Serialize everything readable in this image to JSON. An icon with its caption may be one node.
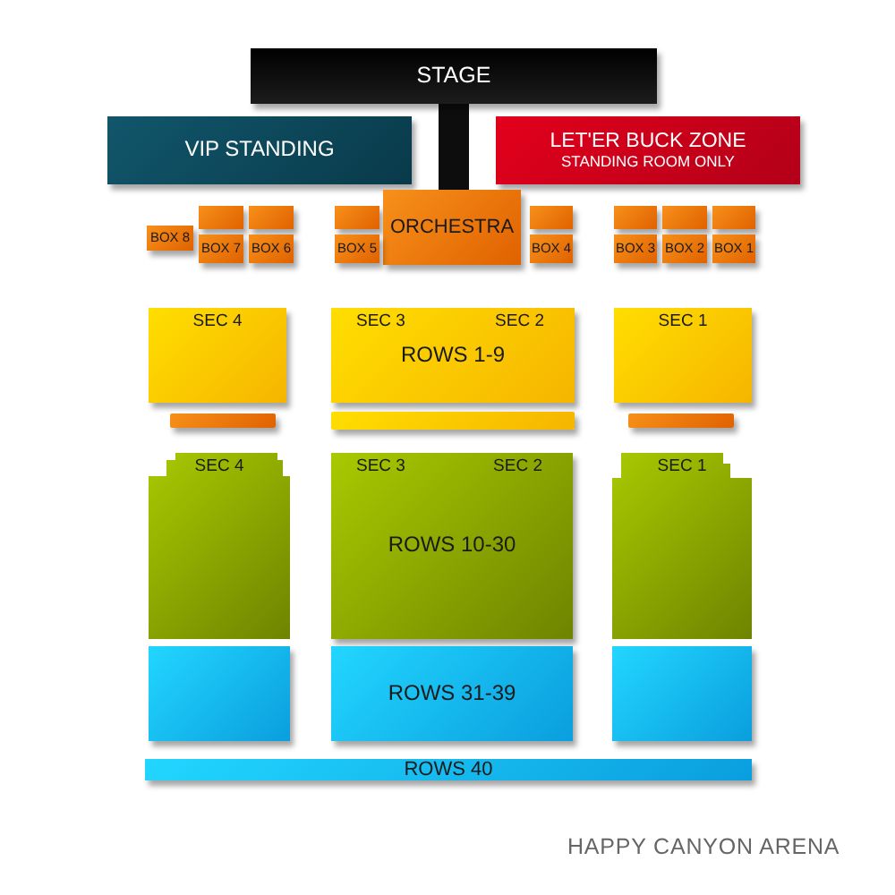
{
  "diagram": {
    "caption": "HAPPY CANYON ARENA",
    "nodes": [
      {
        "text": [
          "STAGE"
        ]
      },
      {
        "text": [
          "VIP STANDING"
        ]
      },
      {
        "text": [
          "LET'ER BUCK ZONE",
          "STANDING ROOM ONLY"
        ]
      },
      {
        "text": [],
        "shape": "box"
      },
      {
        "text": [],
        "shape": "box"
      },
      {
        "text": [],
        "shape": "box"
      },
      {
        "text": [
          "ORCHESTRA"
        ]
      },
      {
        "text": [],
        "shape": "box"
      },
      {
        "text": [],
        "shape": "box"
      },
      {
        "text": [],
        "shape": "box"
      },
      {
        "text": [],
        "shape": "box"
      },
      {
        "text": [
          "BOX 8"
        ]
      },
      {
        "text": [
          "BOX 7"
        ]
      },
      {
        "text": [
          "BOX 6"
        ]
      },
      {
        "text": [
          "BOX 5"
        ]
      },
      {
        "text": [
          "BOX 4"
        ]
      },
      {
        "text": [
          "BOX 3"
        ]
      },
      {
        "text": [
          "BOX 2"
        ]
      },
      {
        "text": [
          "BOX 1"
        ]
      },
      {
        "text": [
          "SEC 4"
        ]
      },
      {
        "text": [
          "SEC 3",
          "SEC 2",
          "ROWS 1-9"
        ]
      },
      {
        "text": [
          "SEC 1"
        ]
      },
      {
        "text": [],
        "shape": "bar"
      },
      {
        "text": [],
        "shape": "bar"
      },
      {
        "text": [],
        "shape": "bar"
      },
      {
        "text": [
          "SEC 4"
        ]
      },
      {
        "text": [
          "SEC 3",
          "SEC 2",
          "ROWS 10-30"
        ]
      },
      {
        "text": [
          "SEC 1"
        ]
      },
      {
        "text": [],
        "shape": "box"
      },
      {
        "text": [
          "ROWS 31-39"
        ]
      },
      {
        "text": [],
        "shape": "box"
      },
      {
        "text": [
          "ROWS 40"
        ]
      }
    ]
  }
}
